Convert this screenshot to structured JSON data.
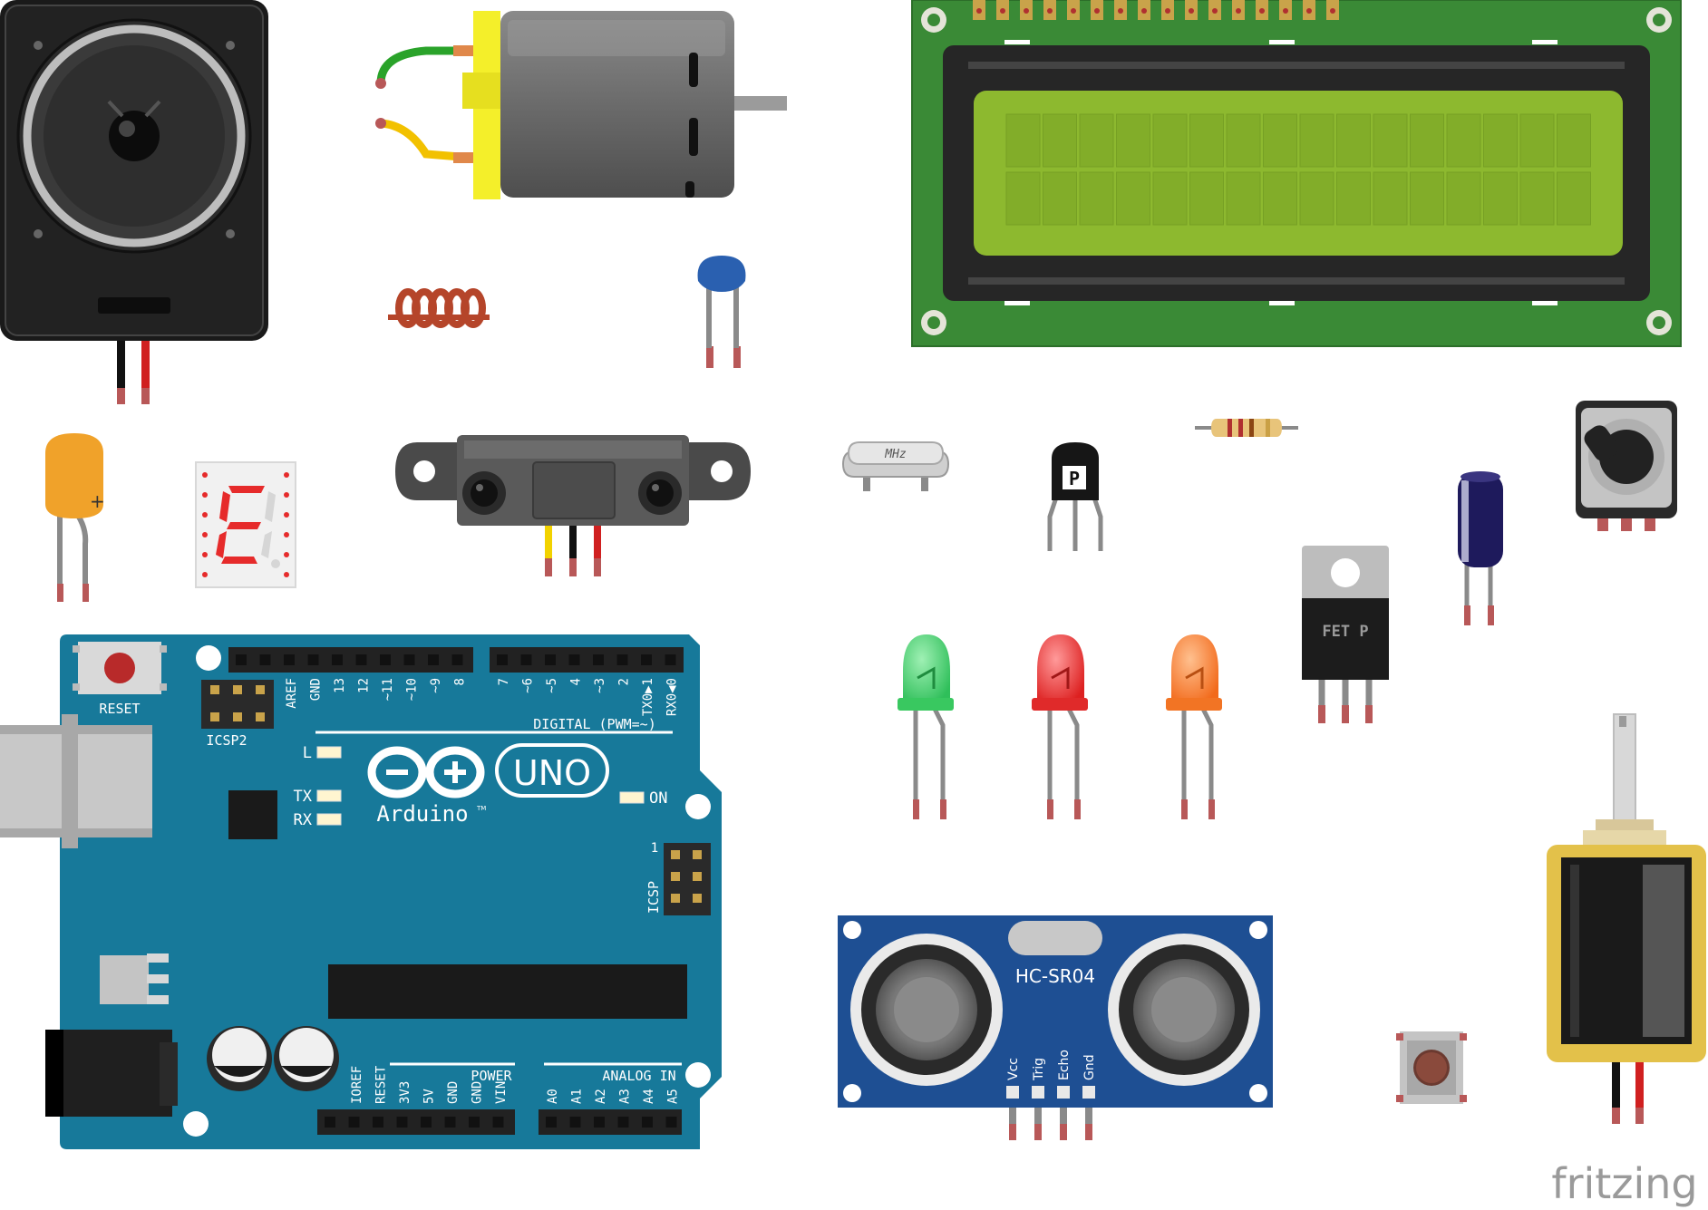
{
  "arduino": {
    "logo_text": "Arduino",
    "tm": "TM",
    "model": "UNO",
    "reset": "RESET",
    "icsp2": "ICSP2",
    "icsp": "ICSP",
    "icsp_pin1": "1",
    "led_l": "L",
    "led_tx": "TX",
    "led_rx": "RX",
    "led_on": "ON",
    "digital_header": "DIGITAL (PWM=~)",
    "power_header": "POWER",
    "analog_header": "ANALOG IN",
    "top_pins_left": [
      "AREF",
      "GND",
      "13",
      "12",
      "~11",
      "~10",
      "~9",
      "8"
    ],
    "top_pins_right": [
      "7",
      "~6",
      "~5",
      "4",
      "~3",
      "2",
      "TX0▶1",
      "RX0◀0"
    ],
    "power_pins": [
      "IOREF",
      "RESET",
      "3V3",
      "5V",
      "GND",
      "GND",
      "VIN"
    ],
    "analog_pins": [
      "A0",
      "A1",
      "A2",
      "A3",
      "A4",
      "A5"
    ]
  },
  "sensor": {
    "model": "HC-SR04",
    "pins": [
      "Vcc",
      "Trig",
      "Echo",
      "Gnd"
    ]
  },
  "crystal": {
    "label": "MHz"
  },
  "transistor": {
    "label": "P"
  },
  "mosfet": {
    "label": "FET P"
  },
  "tantalum": {
    "polarity": "+"
  },
  "brand": {
    "text": "fritzing"
  },
  "colors": {
    "board": "#17799a",
    "lcd_pcb": "#3a8a36",
    "lcd_screen": "#8db92f",
    "sensor_pcb": "#1e4f93",
    "led_green": "#3dd66a",
    "led_red": "#ee3232",
    "led_orange": "#ff7b2c",
    "pin_tip": "#b85858"
  }
}
